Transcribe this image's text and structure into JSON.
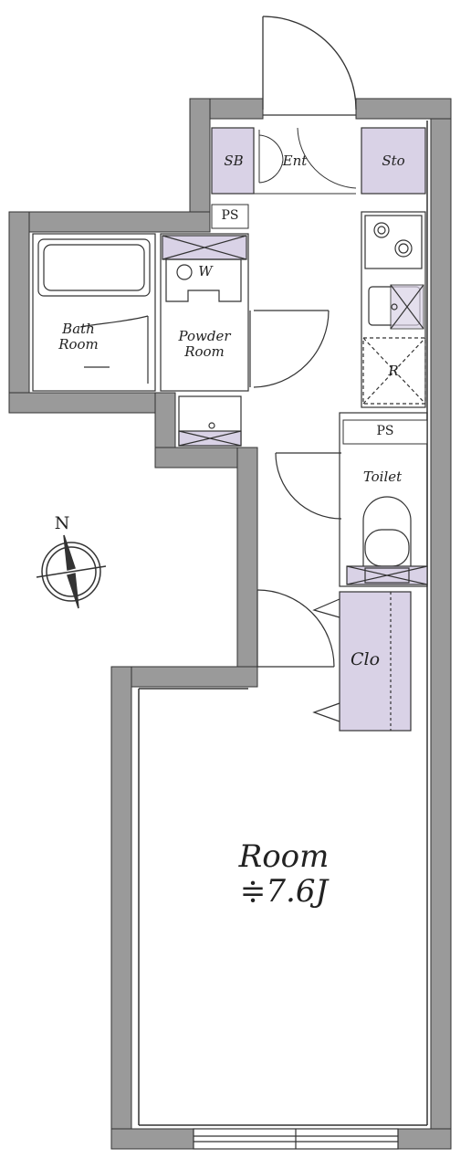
{
  "plan": {
    "labels": {
      "sb": "SB",
      "ent": "Ent",
      "sto": "Sto",
      "ps_top": "PS",
      "ow": "W",
      "bath_room": "Bath\nRoom",
      "powder_room": "Powder\nRoom",
      "r": "R",
      "ps_toilet": "PS",
      "toilet": "Toilet",
      "clo": "Clo",
      "room": "Room",
      "room_size": "≑7.6J"
    },
    "compass": {
      "north_label": "N"
    },
    "colors": {
      "wall": "#9a9a9a",
      "storage_fill": "#d9d2e6",
      "line": "#333333"
    }
  }
}
